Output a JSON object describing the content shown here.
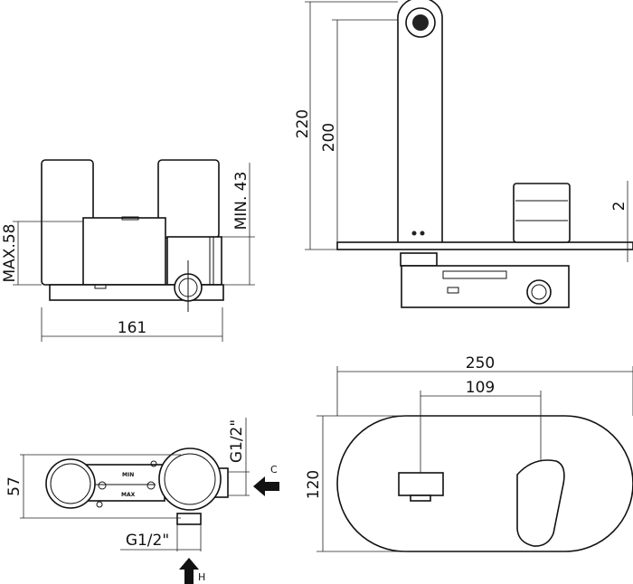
{
  "dimensions": {
    "width_161": "161",
    "max_58": "MAX.58",
    "min_43": "MIN. 43",
    "height_220": "220",
    "height_200": "200",
    "plate_2": "2",
    "depth_57": "57",
    "thread_cold": "G1/2\"",
    "thread_hot": "G1/2\"",
    "plate_width_250": "250",
    "center_109": "109",
    "plate_height_120": "120"
  },
  "body_markings": {
    "min": "MIN",
    "max": "MAX"
  },
  "inlets": {
    "cold": "C",
    "hot": "H"
  }
}
